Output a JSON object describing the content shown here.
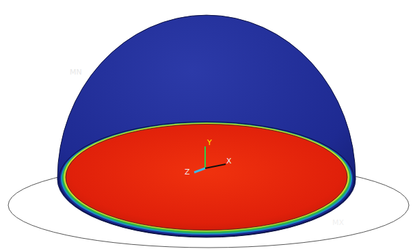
{
  "diagram": {
    "labels": [
      "MN",
      "Y",
      "Z",
      "X",
      "MX"
    ]
  }
}
